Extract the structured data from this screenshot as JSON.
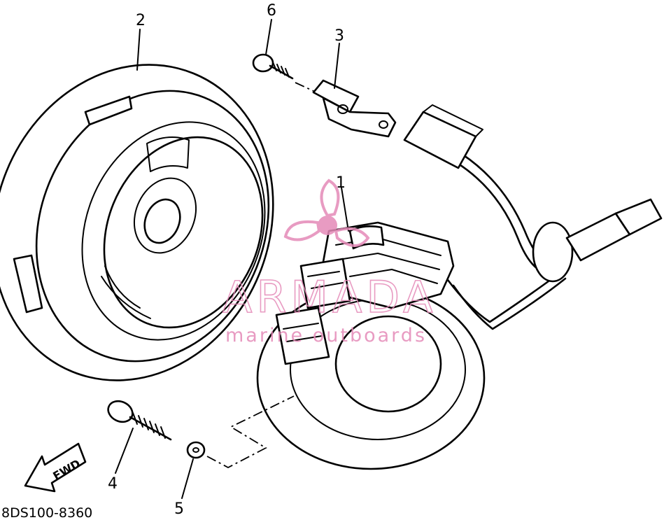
{
  "diagram": {
    "code": "8DS100-8360",
    "fwd_label": "FWD",
    "callouts": [
      "1",
      "2",
      "3",
      "4",
      "5",
      "6"
    ]
  },
  "watermark": {
    "title": "ARMADA",
    "subtitle": "marine outboards",
    "color": "#e58ab8",
    "logo_icon": "propeller-logo-icon"
  },
  "colors": {
    "line": "#000000",
    "background": "#ffffff"
  }
}
